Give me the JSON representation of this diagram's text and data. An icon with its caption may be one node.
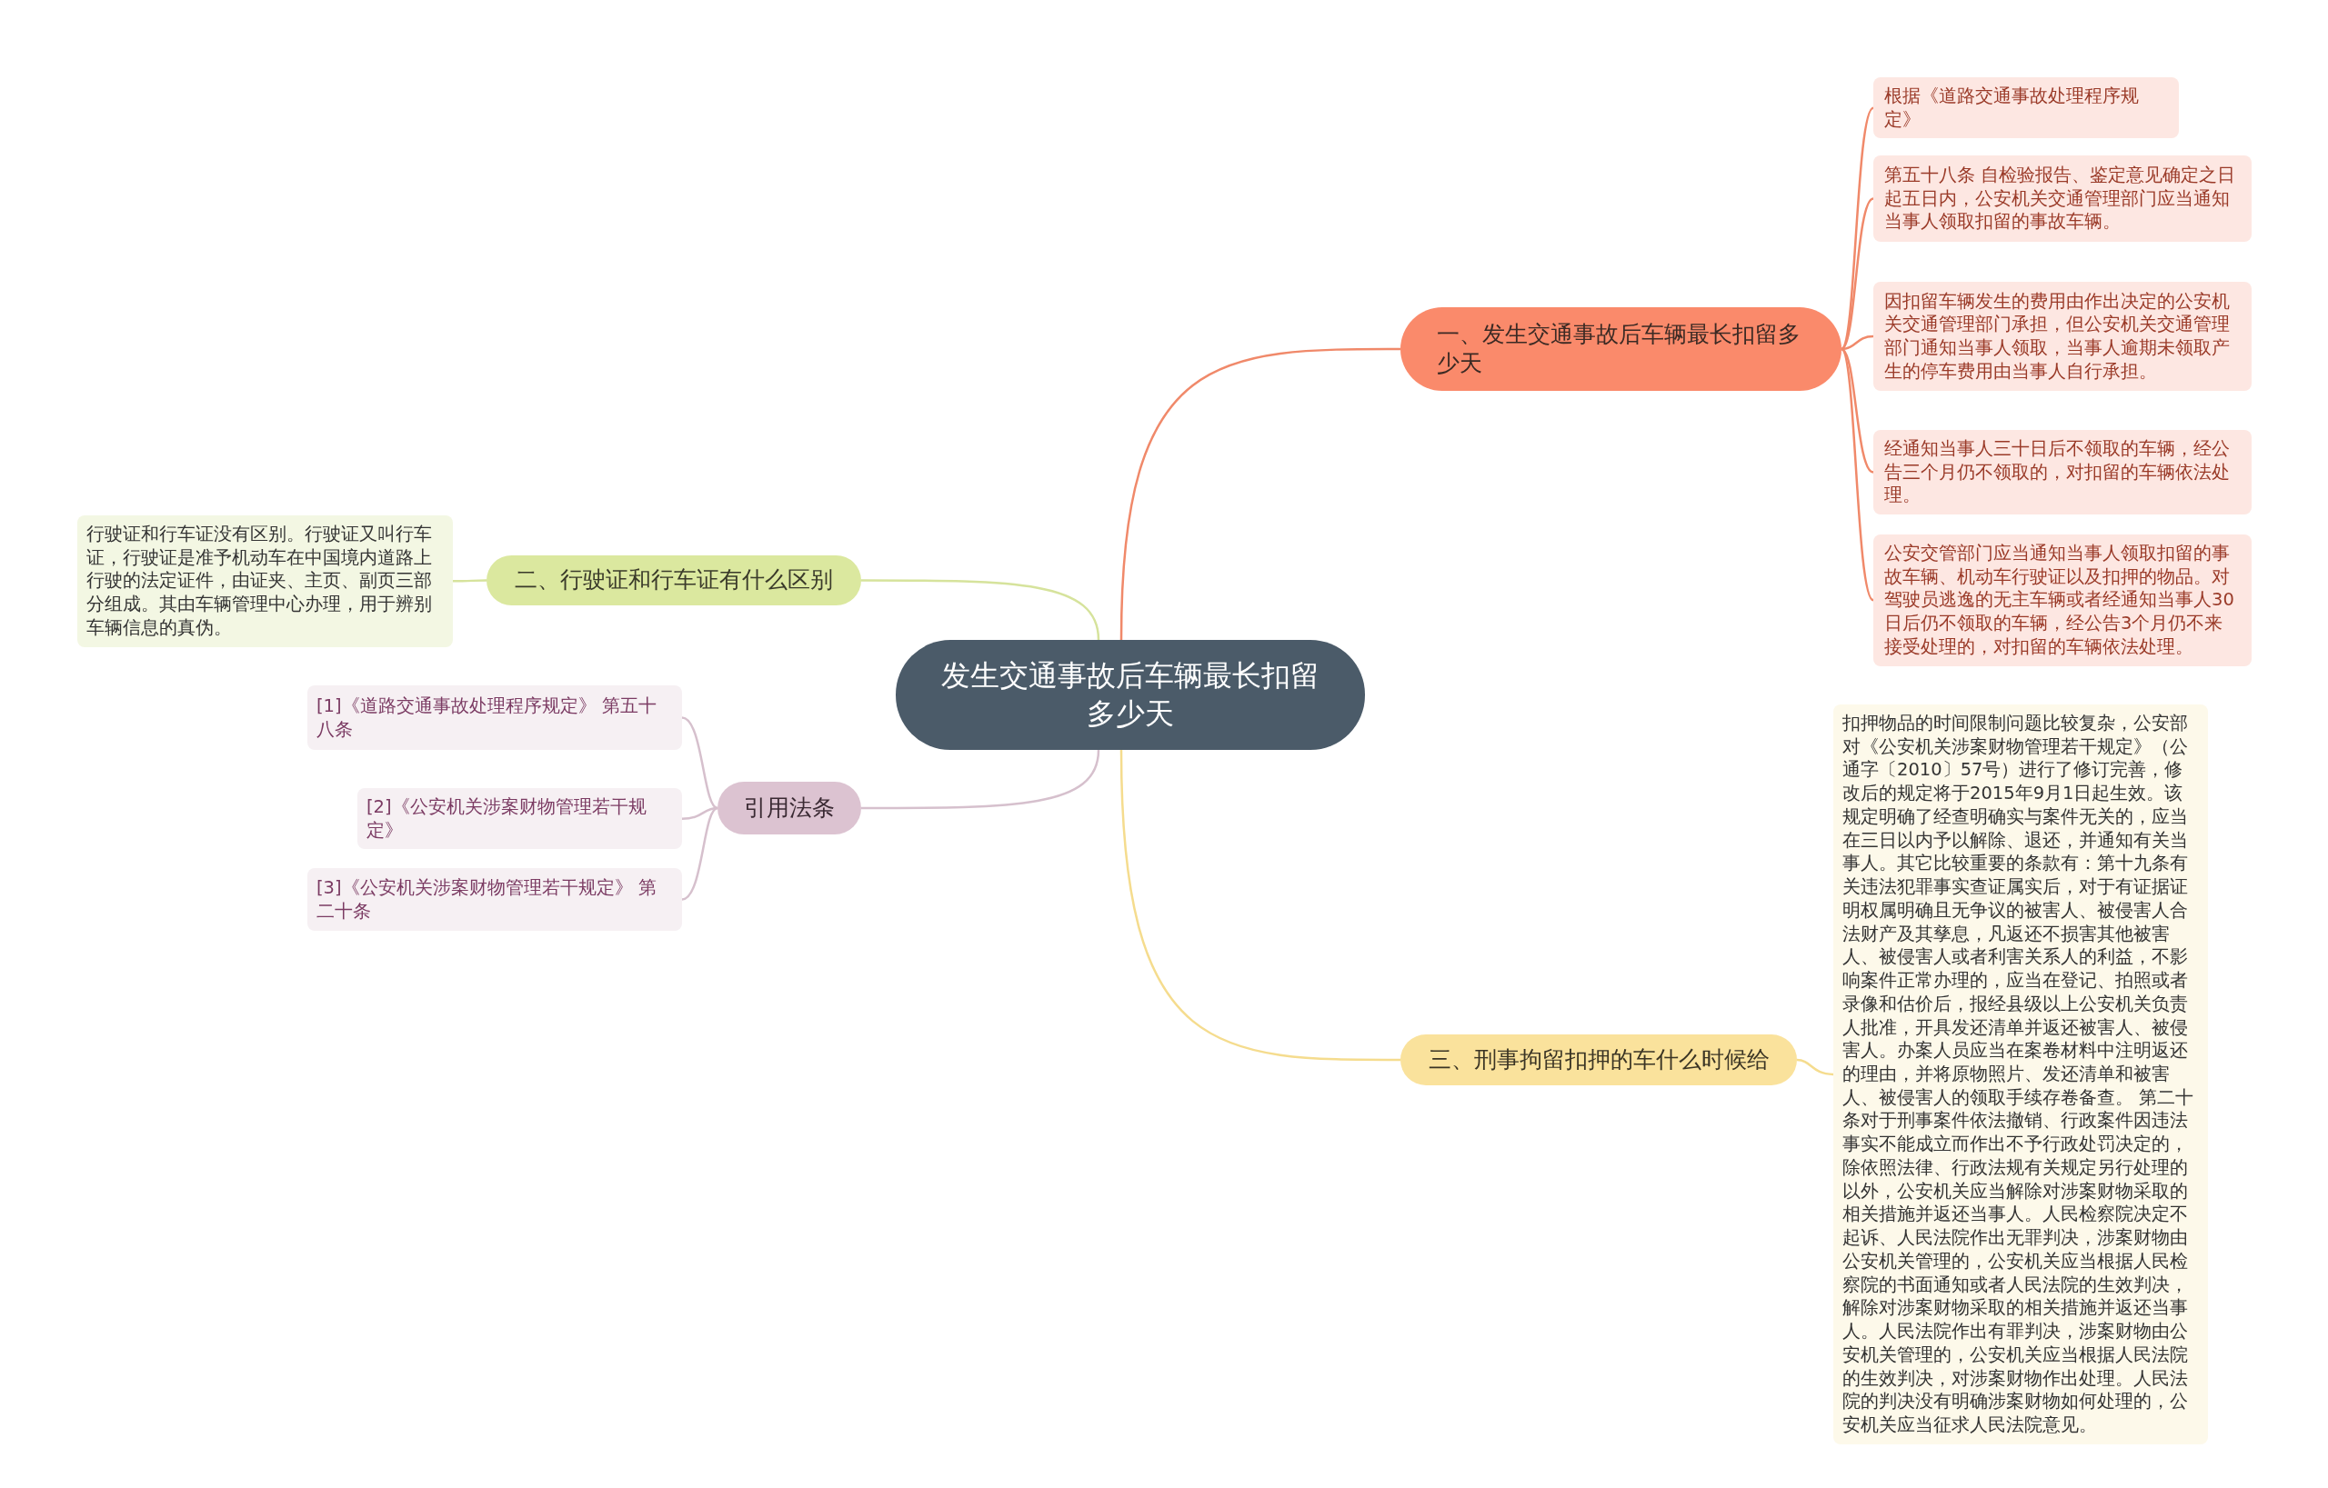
{
  "diagram": {
    "nodes": [
      {
        "text": [
          "发生交通事故后车辆最长扣留多少天"
        ]
      },
      {
        "text": [
          "一、发生交通事故后车辆最长扣留多少天"
        ]
      },
      {
        "text": [
          "根据《道路交通事故处理程序规定》"
        ]
      },
      {
        "text": [
          "第五十八条 自检验报告、鉴定意见确定之日起五日内，公安机关交通管理部门应当通知当事人领取扣留的事故车辆。"
        ]
      },
      {
        "text": [
          "因扣留车辆发生的费用由作出决定的公安机关交通管理部门承担，但公安机关交通管理部门通知当事人领取，当事人逾期未领取产生的停车费用由当事人自行承担。"
        ]
      },
      {
        "text": [
          "经通知当事人三十日后不领取的车辆，经公告三个月仍不领取的，对扣留的车辆依法处理。"
        ]
      },
      {
        "text": [
          "公安交管部门应当通知当事人领取扣留的事故车辆、机动车行驶证以及扣押的物品。对驾驶员逃逸的无主车辆或者经通知当事人30日后仍不领取的车辆，经公告3个月仍不来接受处理的，对扣留的车辆依法处理。"
        ]
      },
      {
        "text": [
          "二、行驶证和行车证有什么区别"
        ]
      },
      {
        "text": [
          "行驶证和行车证没有区别。行驶证又叫行车证，行驶证是准予机动车在中国境内道路上行驶的法定证件，由证夹、主页、副页三部分组成。其由车辆管理中心办理，用于辨别车辆信息的真伪。"
        ]
      },
      {
        "text": [
          "引用法条"
        ]
      },
      {
        "text": [
          "[1]《道路交通事故处理程序规定》 第五十八条"
        ]
      },
      {
        "text": [
          "[2]《公安机关涉案财物管理若干规定》"
        ]
      },
      {
        "text": [
          "[3]《公安机关涉案财物管理若干规定》 第二十条"
        ]
      },
      {
        "text": [
          "三、刑事拘留扣押的车什么时候给"
        ]
      },
      {
        "text": [
          "扣押物品的时间限制问题比较复杂，公安部对《公安机关涉案财物管理若干规定》（公通字〔2010〕57号）进行了修订完善，修改后的规定将于2015年9月1日起生效。该规定明确了经查明确实与案件无关的，应当在三日以内予以解除、退还，并通知有关当事人。其它比较重要的条款有：第十九条有关违法犯罪事实查证属实后，对于有证据证明权属明确且无争议的被害人、被侵害人合法财产及其孳息，凡返还不损害其他被害人、被侵害人或者利害关系人的利益，不影响案件正常办理的，应当在登记、拍照或者录像和估价后，报经县级以上公安机关负责人批准，开具发还清单并返还被害人、被侵害人。办案人员应当在案卷材料中注明返还的理由，并将原物照片、发还清单和被害人、被侵害人的领取手续存卷备查。 第二十条对于刑事案件依法撤销、行政案件因违法事实不能成立而作出不予行政处罚决定的，除依照法律、行政法规有关规定另行处理的以外，公安机关应当解除对涉案财物采取的相关措施并返还当事人。人民检察院决定不起诉、人民法院作出无罪判决，涉案财物由公安机关管理的，公安机关应当根据人民检察院的书面通知或者人民法院的生效判决，解除对涉案财物采取的相关措施并返还当事人。人民法院作出有罪判决，涉案财物由公安机关管理的，公安机关应当根据人民法院的生效判决，对涉案财物作出处理。人民法院的判决没有明确涉案财物如何处理的，公安机关应当征求人民法院意见。"
        ]
      }
    ],
    "edges": [
      {
        "from": 0,
        "to": 1,
        "arrow": "none",
        "color": "#f0896a"
      },
      {
        "from": 1,
        "to": 2,
        "arrow": "none",
        "color": "#f0896a"
      },
      {
        "from": 1,
        "to": 3,
        "arrow": "none",
        "color": "#f0896a"
      },
      {
        "from": 1,
        "to": 4,
        "arrow": "none",
        "color": "#f0896a"
      },
      {
        "from": 1,
        "to": 5,
        "arrow": "none",
        "color": "#f0896a"
      },
      {
        "from": 1,
        "to": 6,
        "arrow": "none",
        "color": "#f0896a"
      },
      {
        "from": 0,
        "to": 7,
        "arrow": "none",
        "color": "#d6e39c"
      },
      {
        "from": 7,
        "to": 8,
        "arrow": "none",
        "color": "#d6e39c"
      },
      {
        "from": 0,
        "to": 9,
        "arrow": "none",
        "color": "#d6c0cd"
      },
      {
        "from": 9,
        "to": 10,
        "arrow": "none",
        "color": "#d6c0cd"
      },
      {
        "from": 9,
        "to": 11,
        "arrow": "none",
        "color": "#d6c0cd"
      },
      {
        "from": 9,
        "to": 12,
        "arrow": "none",
        "color": "#d6c0cd"
      },
      {
        "from": 0,
        "to": 13,
        "arrow": "none",
        "color": "#f5dc8e"
      },
      {
        "from": 13,
        "to": 14,
        "arrow": "none",
        "color": "#f5dc8e"
      }
    ]
  }
}
